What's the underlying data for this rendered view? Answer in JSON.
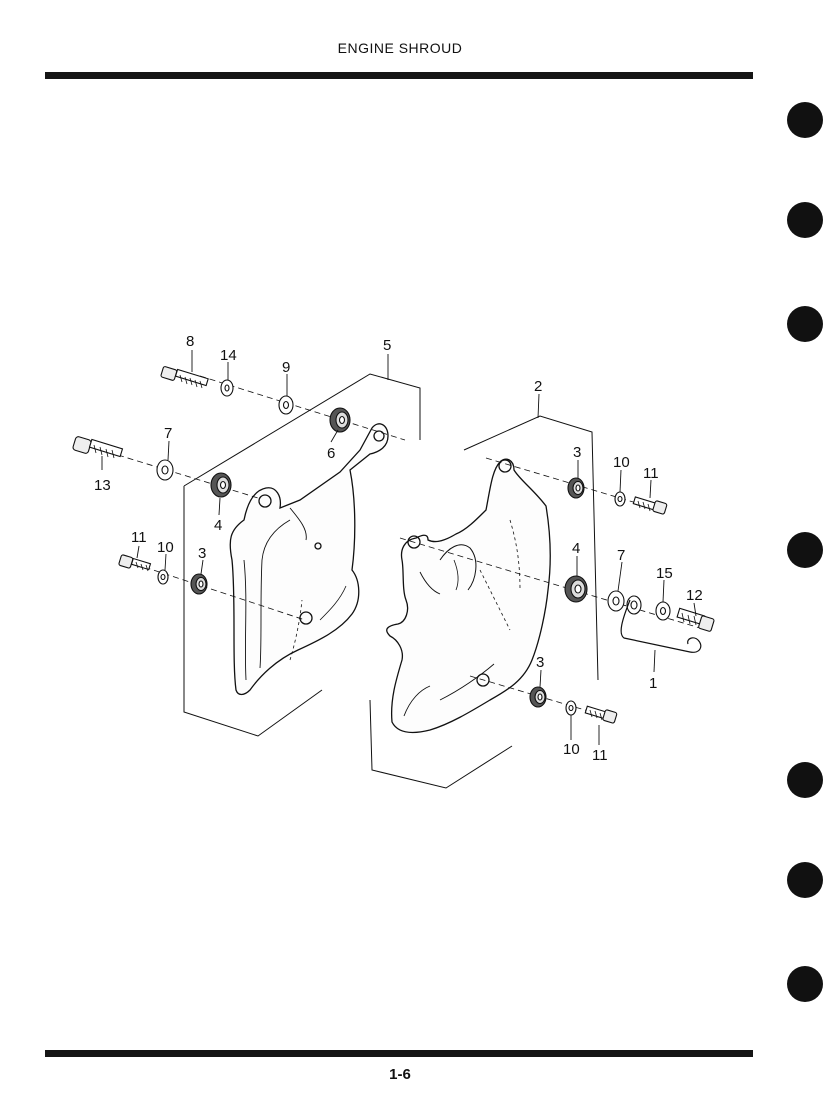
{
  "header": {
    "title": "ENGINE SHROUD"
  },
  "footer": {
    "page_number": "1-6"
  },
  "diagram": {
    "callouts": [
      {
        "id": "c8",
        "label": "8"
      },
      {
        "id": "c14",
        "label": "14"
      },
      {
        "id": "c9",
        "label": "9"
      },
      {
        "id": "c5",
        "label": "5"
      },
      {
        "id": "c7a",
        "label": "7"
      },
      {
        "id": "c6",
        "label": "6"
      },
      {
        "id": "c13",
        "label": "13"
      },
      {
        "id": "c4a",
        "label": "4"
      },
      {
        "id": "c11a",
        "label": "11"
      },
      {
        "id": "c10a",
        "label": "10"
      },
      {
        "id": "c3a",
        "label": "3"
      },
      {
        "id": "c2",
        "label": "2"
      },
      {
        "id": "c3b",
        "label": "3"
      },
      {
        "id": "c10b",
        "label": "10"
      },
      {
        "id": "c11b",
        "label": "11"
      },
      {
        "id": "c4b",
        "label": "4"
      },
      {
        "id": "c7b",
        "label": "7"
      },
      {
        "id": "c15",
        "label": "15"
      },
      {
        "id": "c12",
        "label": "12"
      },
      {
        "id": "c1",
        "label": "1"
      },
      {
        "id": "c3c",
        "label": "3"
      },
      {
        "id": "c10c",
        "label": "10"
      },
      {
        "id": "c11c",
        "label": "11"
      }
    ]
  }
}
